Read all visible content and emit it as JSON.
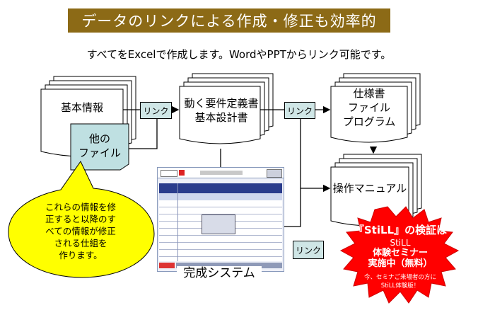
{
  "title": "データのリンクによる作成・修正も効率的",
  "subtitle": "すべてをExcelで作成します。WordやPPTからリンク可能です。",
  "docs": {
    "basic_info": "基本情報",
    "other_files": [
      "他の",
      "ファイル"
    ],
    "requirements": [
      "動く要件定義書",
      "基本設計書"
    ],
    "specs": [
      "仕様書",
      "ファイル",
      "プログラム"
    ],
    "manual": "操作マニュアル"
  },
  "links": {
    "link1": "リンク",
    "link2": "リンク",
    "link3": "リンク"
  },
  "callout": [
    "これらの情報を修",
    "正すると以降のす",
    "べての情報が修正",
    "される仕組を",
    "作ります。"
  ],
  "system_label": "完成システム",
  "still_badge": {
    "line1": "『StiLL』の検証は",
    "line2": "StiLL",
    "line3": "体験セミナー",
    "line4": "実施中（無料）",
    "line5": "今、セミナご来場者の方に",
    "line6": "StiLL体験版！"
  },
  "colors": {
    "banner": "#8c6a16",
    "link_box": "#cfe6e6",
    "file_note": "#bfe0e2",
    "callout": "#ffff00",
    "badge": "#ff0000"
  }
}
